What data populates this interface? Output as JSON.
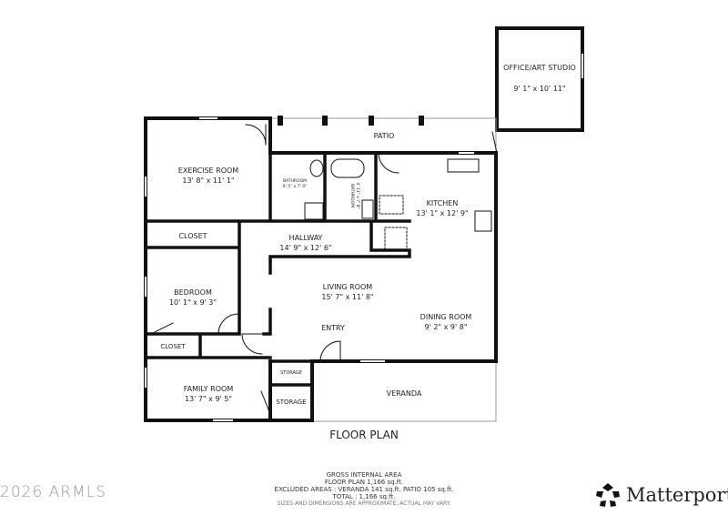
{
  "title": "FLOOR PLAN",
  "rooms": {
    "office": {
      "name": "OFFICE/ART STUDIO",
      "size": "9' 1\" x 10' 11\""
    },
    "patio": {
      "name": "PATIO"
    },
    "exercise": {
      "name": "EXERCISE ROOM",
      "size": "13' 8\" x 11' 1\""
    },
    "bath1": {
      "name": "BATHROOM",
      "size": "6' 5\" x 7' 0\""
    },
    "bath2": {
      "name": "BATHROOM",
      "size": "4' 11\" x 7' 8\""
    },
    "kitchen": {
      "name": "KITCHEN",
      "size": "13' 1\" x 12' 9\""
    },
    "closet1": {
      "name": "CLOSET"
    },
    "hallway": {
      "name": "HALLWAY",
      "size": "14' 9\" x 12' 6\""
    },
    "bedroom": {
      "name": "BEDROOM",
      "size": "10' 1\" x 9' 3\""
    },
    "living": {
      "name": "LIVING ROOM",
      "size": "15' 7\" x 11' 8\""
    },
    "dining": {
      "name": "DINING ROOM",
      "size": "9' 2\" x 9' 8\""
    },
    "entry": {
      "name": "ENTRY"
    },
    "closet2": {
      "name": "CLOSET"
    },
    "storage1": {
      "name": "STORAGE"
    },
    "storage2": {
      "name": "STORAGE"
    },
    "family": {
      "name": "FAMILY ROOM",
      "size": "13' 7\" x 9' 5\""
    },
    "veranda": {
      "name": "VERANDA"
    }
  },
  "area": {
    "heading": "GROSS INTERNAL AREA",
    "floor_plan": "FLOOR PLAN 1,166 sq.ft.",
    "excluded": "EXCLUDED AREAS :  VERANDA 141 sq.ft.   PATIO 105 sq.ft.",
    "total": "TOTAL :  1,166 sq.ft.",
    "note": "SIZES AND DIMENSIONS ARE APPROXIMATE, ACTUAL MAY VARY."
  },
  "watermark": "2026 ARMLS",
  "brand": "Matterport®",
  "icons": {
    "logo": "matterport-logo-icon"
  }
}
